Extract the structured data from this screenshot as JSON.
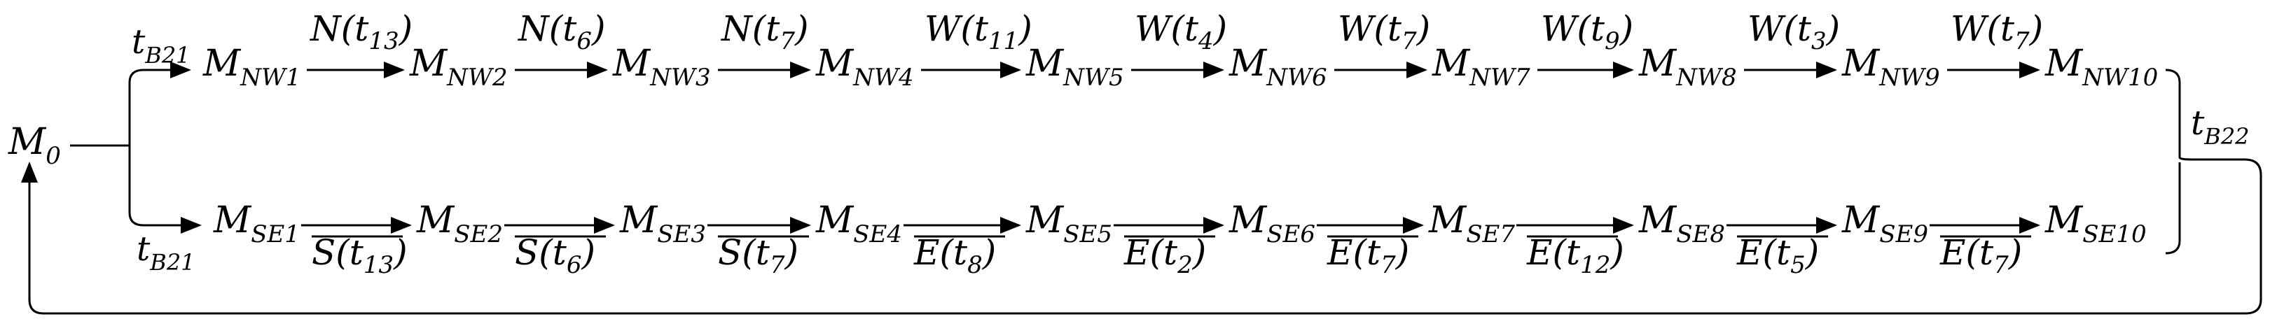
{
  "start_marking": {
    "base": "M",
    "sub": "0"
  },
  "top_branch_label": {
    "base": "t",
    "sub": "B21"
  },
  "bottom_branch_label": {
    "base": "t",
    "sub": "B21"
  },
  "join_label": {
    "base": "t",
    "sub": "B22"
  },
  "nw_markings": [
    {
      "base": "M",
      "sub": "NW1"
    },
    {
      "base": "M",
      "sub": "NW2"
    },
    {
      "base": "M",
      "sub": "NW3"
    },
    {
      "base": "M",
      "sub": "NW4"
    },
    {
      "base": "M",
      "sub": "NW5"
    },
    {
      "base": "M",
      "sub": "NW6"
    },
    {
      "base": "M",
      "sub": "NW7"
    },
    {
      "base": "M",
      "sub": "NW8"
    },
    {
      "base": "M",
      "sub": "NW9"
    },
    {
      "base": "M",
      "sub": "NW10"
    }
  ],
  "nw_transitions": [
    {
      "dir": "N",
      "t": "t",
      "sub": "13"
    },
    {
      "dir": "N",
      "t": "t",
      "sub": "6"
    },
    {
      "dir": "N",
      "t": "t",
      "sub": "7"
    },
    {
      "dir": "W",
      "t": "t",
      "sub": "11"
    },
    {
      "dir": "W",
      "t": "t",
      "sub": "4"
    },
    {
      "dir": "W",
      "t": "t",
      "sub": "7"
    },
    {
      "dir": "W",
      "t": "t",
      "sub": "9"
    },
    {
      "dir": "W",
      "t": "t",
      "sub": "3"
    },
    {
      "dir": "W",
      "t": "t",
      "sub": "7"
    }
  ],
  "se_markings": [
    {
      "base": "M",
      "sub": "SE1"
    },
    {
      "base": "M",
      "sub": "SE2"
    },
    {
      "base": "M",
      "sub": "SE3"
    },
    {
      "base": "M",
      "sub": "SE4"
    },
    {
      "base": "M",
      "sub": "SE5"
    },
    {
      "base": "M",
      "sub": "SE6"
    },
    {
      "base": "M",
      "sub": "SE7"
    },
    {
      "base": "M",
      "sub": "SE8"
    },
    {
      "base": "M",
      "sub": "SE9"
    },
    {
      "base": "M",
      "sub": "SE10"
    }
  ],
  "se_transitions": [
    {
      "dir": "S",
      "t": "t",
      "sub": "13"
    },
    {
      "dir": "S",
      "t": "t",
      "sub": "6"
    },
    {
      "dir": "S",
      "t": "t",
      "sub": "7"
    },
    {
      "dir": "E",
      "t": "t",
      "sub": "8"
    },
    {
      "dir": "E",
      "t": "t",
      "sub": "2"
    },
    {
      "dir": "E",
      "t": "t",
      "sub": "7"
    },
    {
      "dir": "E",
      "t": "t",
      "sub": "12"
    },
    {
      "dir": "E",
      "t": "t",
      "sub": "5"
    },
    {
      "dir": "E",
      "t": "t",
      "sub": "7"
    }
  ]
}
